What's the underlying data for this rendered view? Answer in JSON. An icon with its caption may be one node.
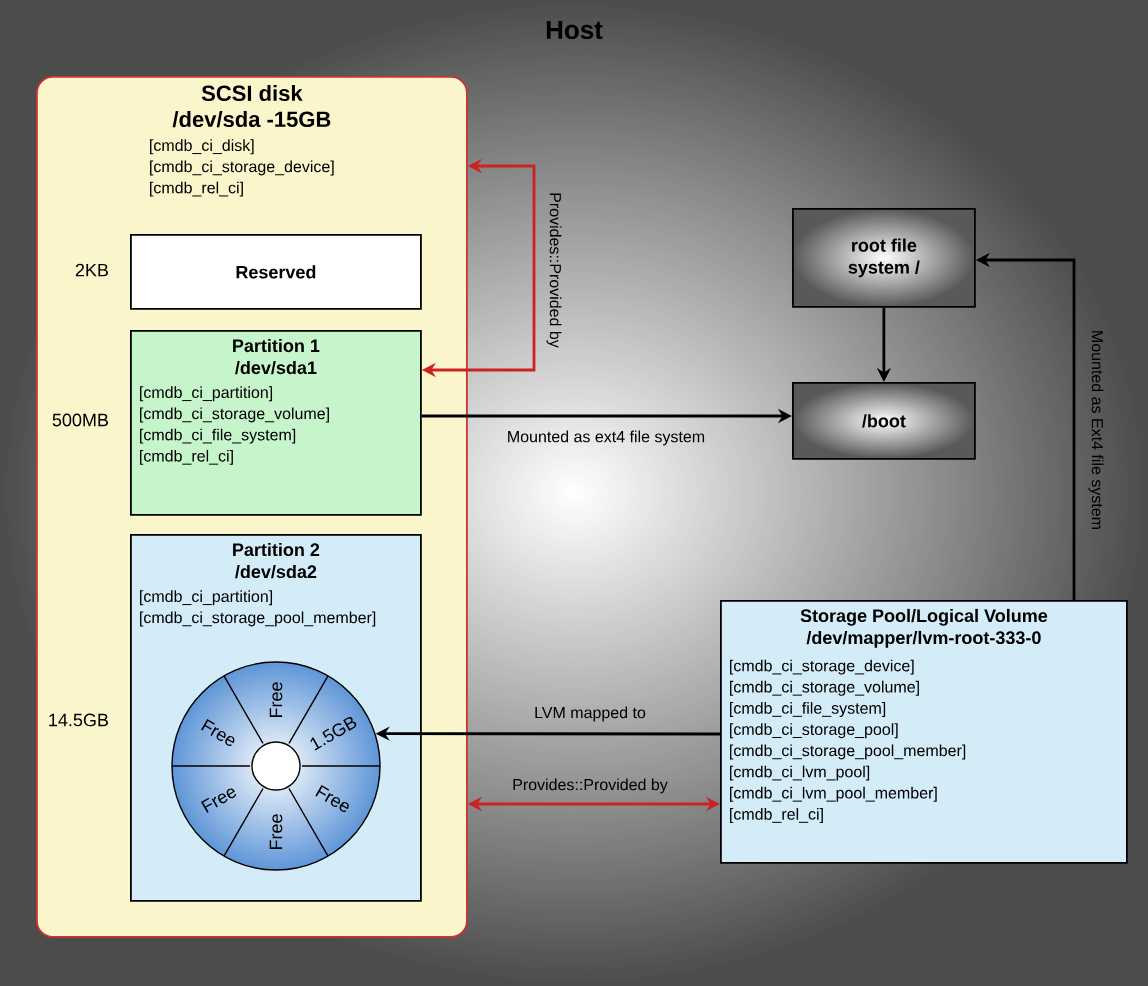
{
  "diagram": {
    "title": "Host",
    "nodes": [
      {
        "text": [
          "SCSI disk /dev/sda -15GB",
          "[cmdb_ci_disk]",
          "[cmdb_ci_storage_device]",
          "[cmdb_rel_ci]"
        ]
      },
      {
        "text": [
          "Reserved"
        ],
        "in": 0,
        "beside": [
          "2KB"
        ]
      },
      {
        "text": [
          "Partition 1 /dev/sda1",
          "[cmdb_ci_partition]",
          "[cmdb_ci_storage_volume]",
          "[cmdb_ci_file_system]",
          "[cmdb_rel_ci]"
        ],
        "in": 0,
        "beside": [
          "500MB"
        ]
      },
      {
        "text": [
          "Partition 2 /dev/sda2",
          "[cmdb_ci_partition]",
          "[cmdb_ci_storage_pool_member]"
        ],
        "in": 0,
        "beside": [
          "14.5GB"
        ]
      },
      {
        "text": [
          "Free",
          "1.5GB",
          "Free",
          "Free",
          "Free",
          "Free"
        ],
        "in": 3
      },
      {
        "text": [
          "root file system /"
        ]
      },
      {
        "text": [
          "/boot"
        ]
      },
      {
        "text": [
          "Storage Pool/Logical Volume /dev/mapper/lvm-root-333-0",
          "[cmdb_ci_storage_device]",
          "[cmdb_ci_storage_volume]",
          "[cmdb_ci_file_system]",
          "[cmdb_ci_storage_pool]",
          "[cmdb_ci_storage_pool_member]",
          "[cmdb_ci_lvm_pool]",
          "[cmdb_ci_lvm_pool_member]",
          "[cmdb_rel_ci]"
        ]
      }
    ],
    "edges": [
      {
        "from": 0,
        "to": 2,
        "arrow": "both",
        "label": "Provides::Provided by",
        "color": "#cc2222"
      },
      {
        "from": 2,
        "to": 6,
        "arrow": "to",
        "label": "Mounted as ext4 file system"
      },
      {
        "from": 5,
        "to": 6,
        "arrow": "to"
      },
      {
        "from": 7,
        "to": 5,
        "arrow": "to",
        "label": "Mounted as Ext4 file system"
      },
      {
        "from": 7,
        "to": 4,
        "arrow": "to",
        "label": "LVM mapped to"
      },
      {
        "from": 0,
        "to": 7,
        "arrow": "both",
        "label": "Provides::Provided by",
        "color": "#cc2222"
      }
    ]
  }
}
